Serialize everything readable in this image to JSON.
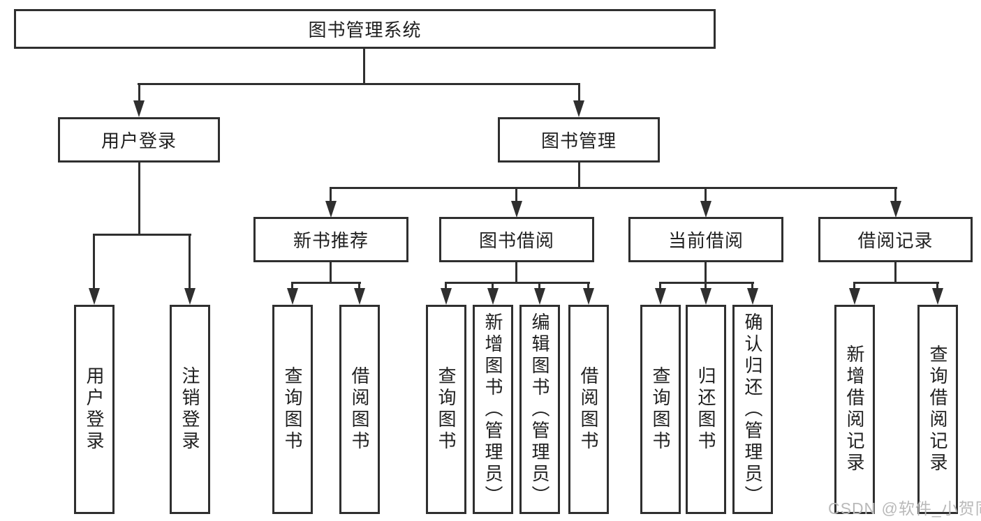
{
  "tree": {
    "root": {
      "label": "图书管理系统",
      "children": [
        {
          "label": "用户登录",
          "children": [
            {
              "label": "用户登录"
            },
            {
              "label": "注销登录"
            }
          ]
        },
        {
          "label": "图书管理",
          "children": [
            {
              "label": "新书推荐",
              "children": [
                {
                  "label": "查询图书"
                },
                {
                  "label": "借阅图书"
                }
              ]
            },
            {
              "label": "图书借阅",
              "children": [
                {
                  "label": "查询图书"
                },
                {
                  "label": "新增图书（管理员）"
                },
                {
                  "label": "编辑图书（管理员）"
                },
                {
                  "label": "借阅图书"
                }
              ]
            },
            {
              "label": "当前借阅",
              "children": [
                {
                  "label": "查询图书"
                },
                {
                  "label": "归还图书"
                },
                {
                  "label": "确认归还（管理员）"
                }
              ]
            },
            {
              "label": "借阅记录",
              "children": [
                {
                  "label": "新增借阅记录"
                },
                {
                  "label": "查询借阅记录"
                }
              ]
            }
          ]
        }
      ]
    }
  },
  "watermark": {
    "text": "CSDN @软件_小贺同学"
  },
  "colors": {
    "line": "#2f2f2f",
    "text": "#1f1f1f",
    "watermark": "#b9b9b9",
    "background": "#ffffff"
  }
}
